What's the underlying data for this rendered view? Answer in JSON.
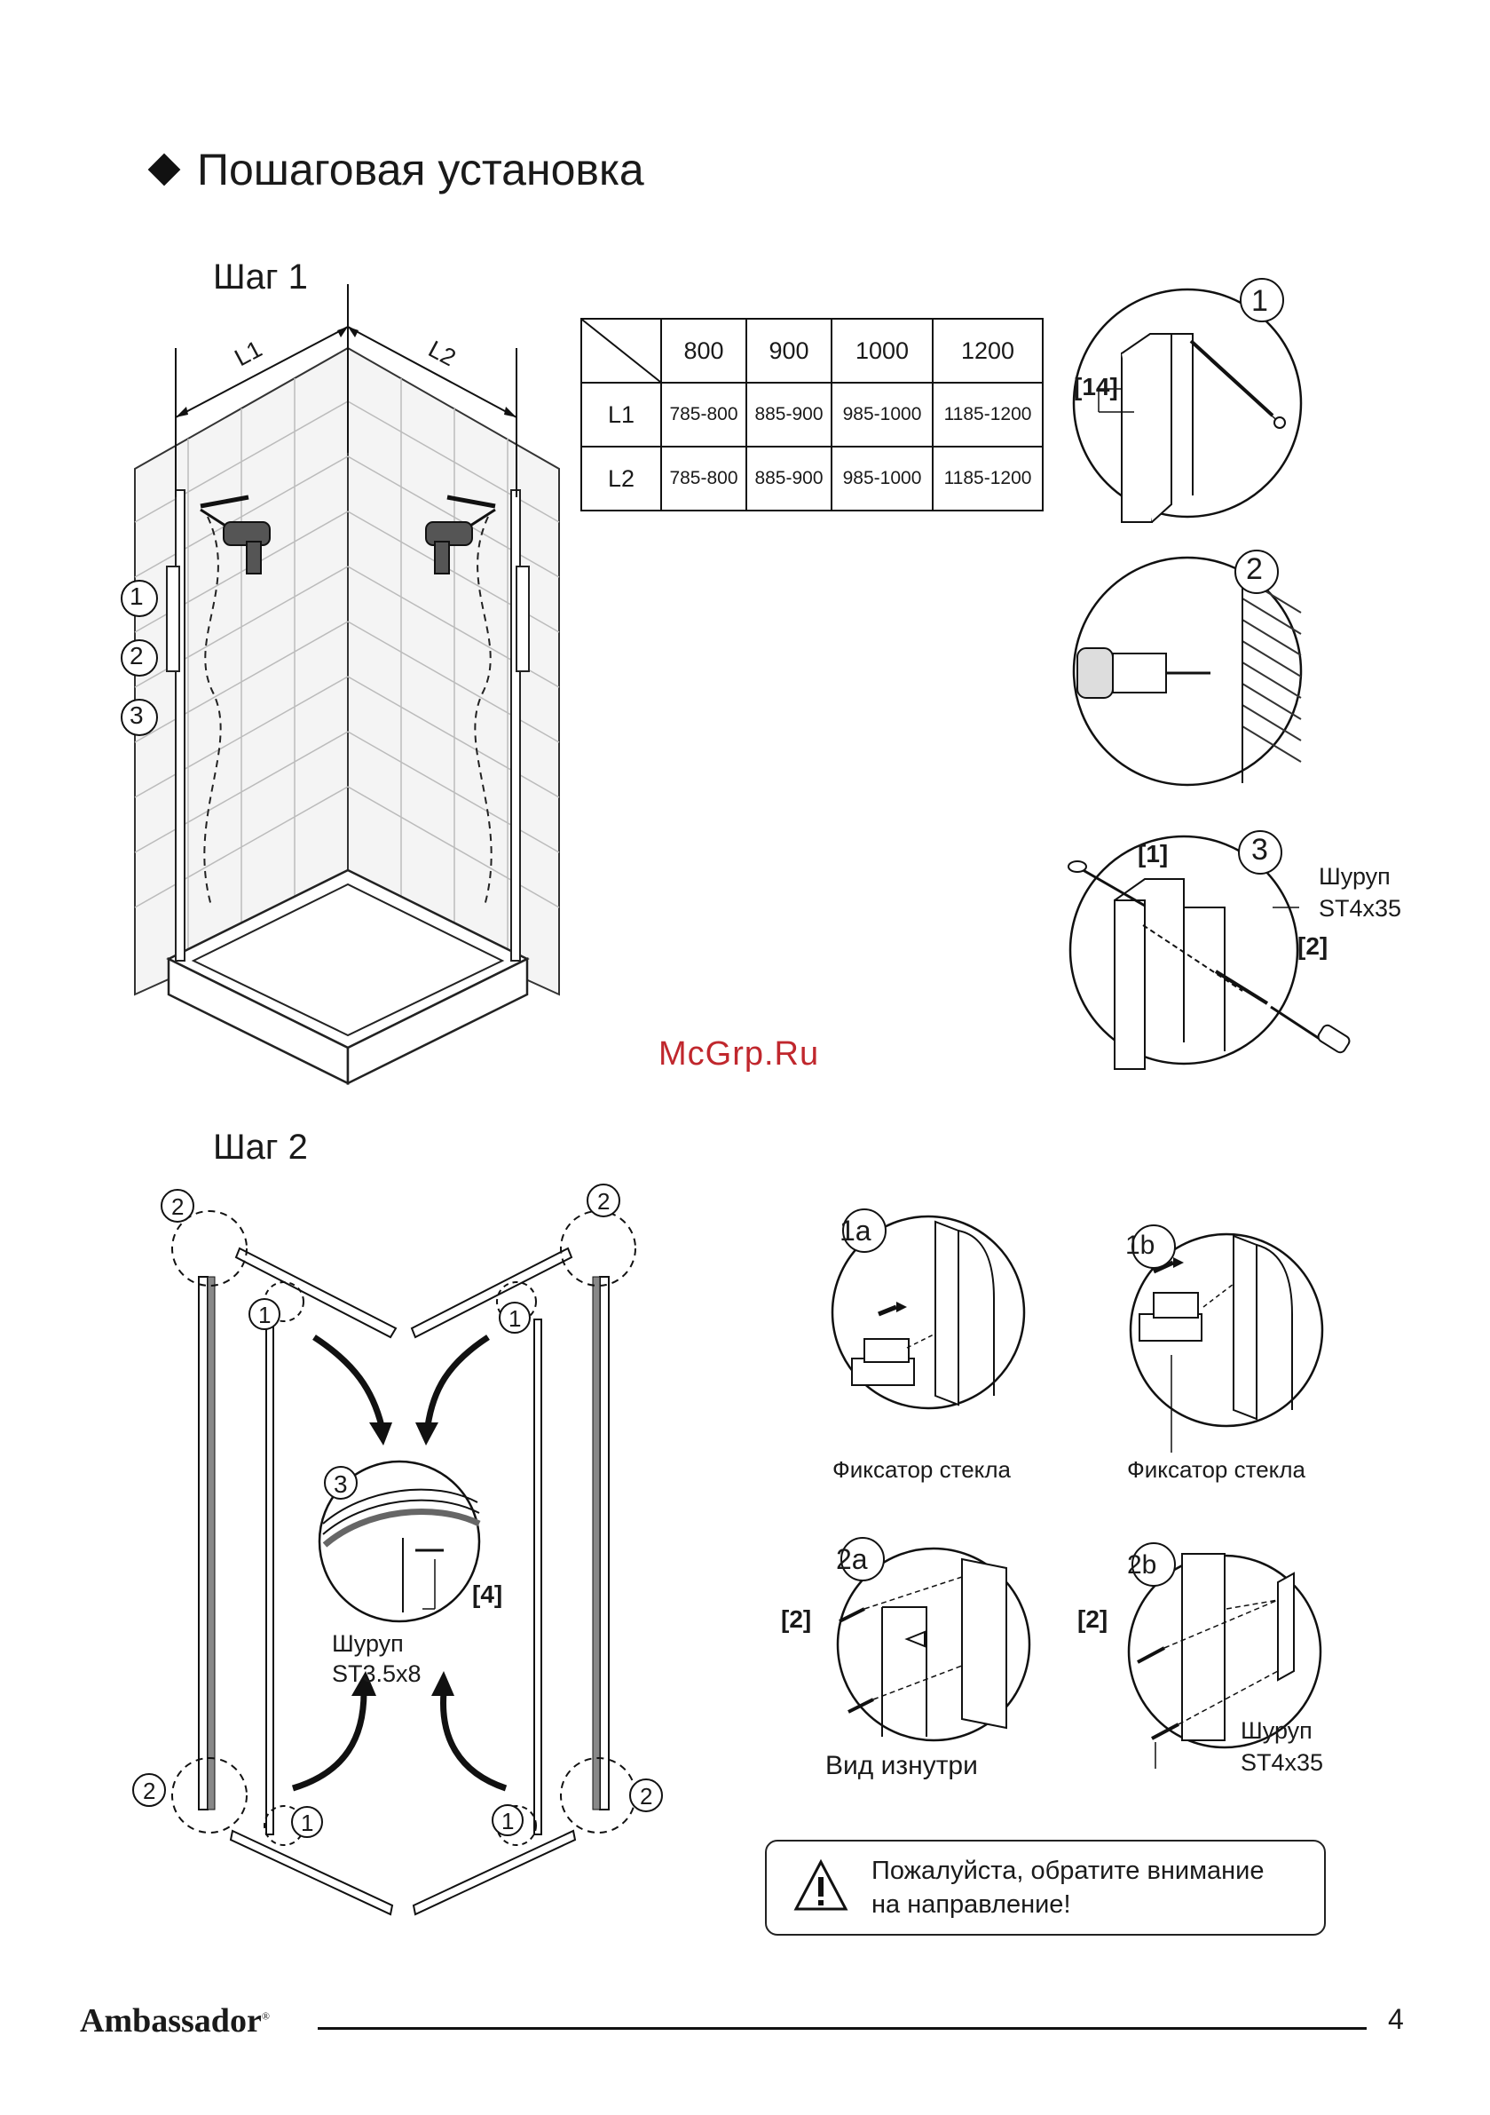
{
  "page_title": "Пошаговая установка",
  "step1": {
    "label": "Шаг 1",
    "dimension_labels": [
      "L1",
      "L2"
    ],
    "callouts": [
      "1",
      "2",
      "3"
    ],
    "table": {
      "columns": [
        "800",
        "900",
        "1000",
        "1200"
      ],
      "rows": [
        {
          "label": "L1",
          "values": [
            "785-800",
            "885-900",
            "985-1000",
            "1185-1200"
          ]
        },
        {
          "label": "L2",
          "values": [
            "785-800",
            "885-900",
            "985-1000",
            "1185-1200"
          ]
        }
      ]
    },
    "detail1": {
      "number": "1",
      "part": "[14]"
    },
    "detail2": {
      "number": "2"
    },
    "detail3": {
      "number": "3",
      "part1": "[1]",
      "part2": "[2]",
      "screw_label": "Шуруп",
      "screw_size": "ST4x35"
    }
  },
  "watermark": "McGrp.Ru",
  "step2": {
    "label": "Шаг 2",
    "callout_1": "1",
    "callout_2": "2",
    "detail3": {
      "number": "3",
      "part": "[4]",
      "screw_label": "Шуруп",
      "screw_size": "ST3.5x8"
    },
    "detail_1a": {
      "number": "1a",
      "caption": "Фиксатор стекла"
    },
    "detail_1b": {
      "number": "1b",
      "caption": "Фиксатор стекла"
    },
    "detail_2a": {
      "number": "2a",
      "part": "[2]",
      "caption": "Вид изнутри"
    },
    "detail_2b": {
      "number": "2b",
      "part": "[2]",
      "screw_label": "Шуруп",
      "screw_size": "ST4x35"
    },
    "warning": {
      "icon": "warning-triangle-icon",
      "line1": "Пожалуйста, обратите внимание",
      "line2": "на направление!"
    }
  },
  "footer": {
    "brand": "Ambassador",
    "brand_mark": "®",
    "page_number": "4"
  }
}
